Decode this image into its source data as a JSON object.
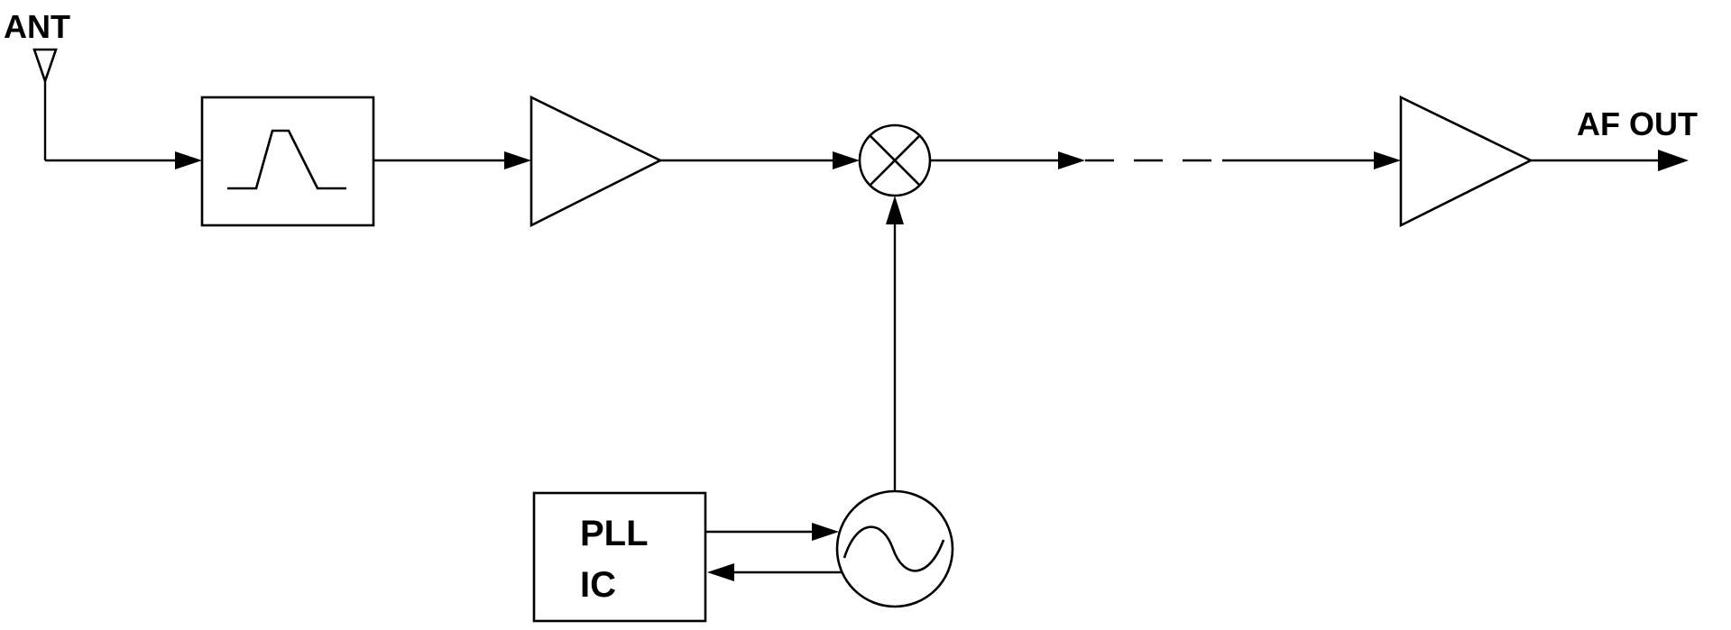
{
  "labels": {
    "antenna": "ANT",
    "output": "AF OUT",
    "pll_line1": "PLL",
    "pll_line2": "IC"
  }
}
